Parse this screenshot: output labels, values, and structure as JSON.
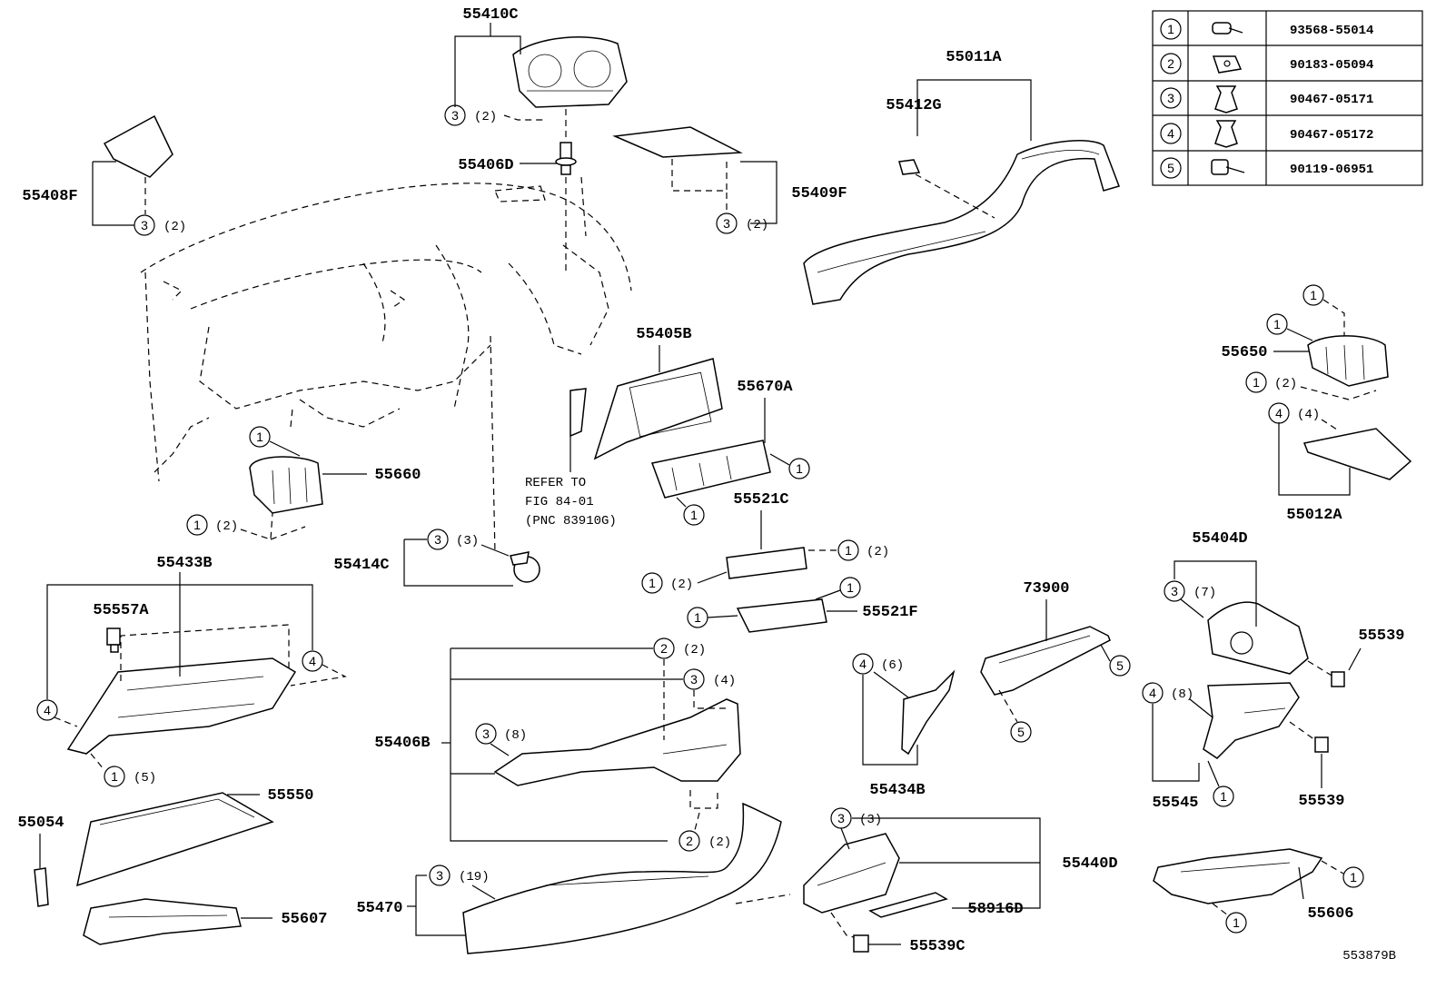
{
  "legend": [
    {
      "num": "1",
      "part": "93568-55014",
      "icon": "screw-icon"
    },
    {
      "num": "2",
      "part": "90183-05094",
      "icon": "clip-nut-icon"
    },
    {
      "num": "3",
      "part": "90467-05171",
      "icon": "push-clip-icon"
    },
    {
      "num": "4",
      "part": "90467-05172",
      "icon": "push-clip-icon"
    },
    {
      "num": "5",
      "part": "90119-06951",
      "icon": "bolt-icon"
    }
  ],
  "labels": {
    "p55410C": "55410C",
    "p55406D": "55406D",
    "p55408F": "55408F",
    "p55409F": "55409F",
    "p55011A": "55011A",
    "p55412G": "55412G",
    "p55405B": "55405B",
    "p55670A": "55670A",
    "p55650": "55650",
    "p55660": "55660",
    "p55521C": "55521C",
    "p55012A": "55012A",
    "p55414C": "55414C",
    "p55433B": "55433B",
    "p55557A": "55557A",
    "p55521F": "55521F",
    "p73900": "73900",
    "p55404D": "55404D",
    "p55539a": "55539",
    "p55539b": "55539",
    "p55406B": "55406B",
    "p55434B": "55434B",
    "p55545": "55545",
    "p55550": "55550",
    "p55054": "55054",
    "p55440D": "55440D",
    "p58916D": "58916D",
    "p55606": "55606",
    "p55607": "55607",
    "p55470": "55470",
    "p55539C": "55539C"
  },
  "quantities": {
    "q2": "(2)",
    "q3": "(3)",
    "q4": "(4)",
    "q5": "(5)",
    "q6": "(6)",
    "q7": "(7)",
    "q8": "(8)",
    "q19": "(19)"
  },
  "reference_note": [
    "REFER TO",
    "FIG 84-01",
    "(PNC 83910G)"
  ],
  "figure_id": "553879B"
}
